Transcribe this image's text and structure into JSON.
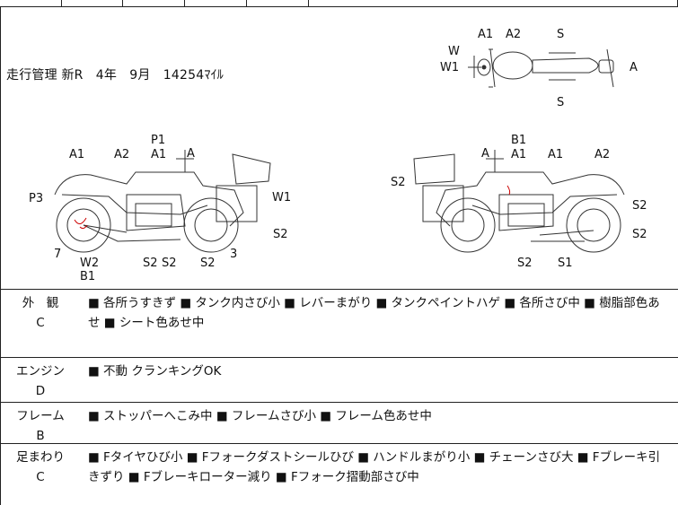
{
  "management_note": "走行管理 新R　4年　9月　14254ﾏｲﾙ",
  "diagram_labels": {
    "top_A1": "A1",
    "top_A2": "A2",
    "top_S_top": "S",
    "top_S_bottom": "S",
    "top_W": "W",
    "top_W1": "W1",
    "top_A": "A",
    "left_P1": "P1",
    "left_A_flag": "A",
    "left_A1_a": "A1",
    "left_A2": "A2",
    "left_A1_b": "A1",
    "left_P3": "P3",
    "left_W1": "W1",
    "left_S2_right": "S2",
    "left_7": "7",
    "left_W2": "W2",
    "left_B1": "B1",
    "left_S2_a": "S2",
    "left_S2_b": "S2",
    "left_S2_c": "S2",
    "left_3": "3",
    "right_B1": "B1",
    "right_A_flag": "A",
    "right_A1_a": "A1",
    "right_A1_b": "A1",
    "right_A2": "A2",
    "right_S2_left": "S2",
    "right_S2_a": "S2",
    "right_S2_b": "S2",
    "right_S2_c": "S2",
    "right_S1": "S1"
  },
  "sections": [
    {
      "heading": "外　観",
      "grade": "C",
      "text": "■ 各所うすきず ■ タンク内さび小 ■ レバーまがり ■ タンクペイントハゲ ■ 各所さび中 ■ 樹脂部色あせ ■ シート色あせ中"
    },
    {
      "heading": "エンジン",
      "grade": "D",
      "text": "■ 不動 クランキングOK"
    },
    {
      "heading": "フレーム",
      "grade": "B",
      "text": "■ ストッパーへこみ中 ■ フレームさび小 ■ フレーム色あせ中"
    },
    {
      "heading": "足まわり",
      "grade": "C",
      "text": "■ Fタイヤひび小 ■ Fフォークダストシールひび ■ ハンドルまがり小 ■ チェーンさび大 ■ Fブレーキ引きずり ■ Fブレーキローター減り ■ Fフォーク摺動部さび中"
    }
  ]
}
